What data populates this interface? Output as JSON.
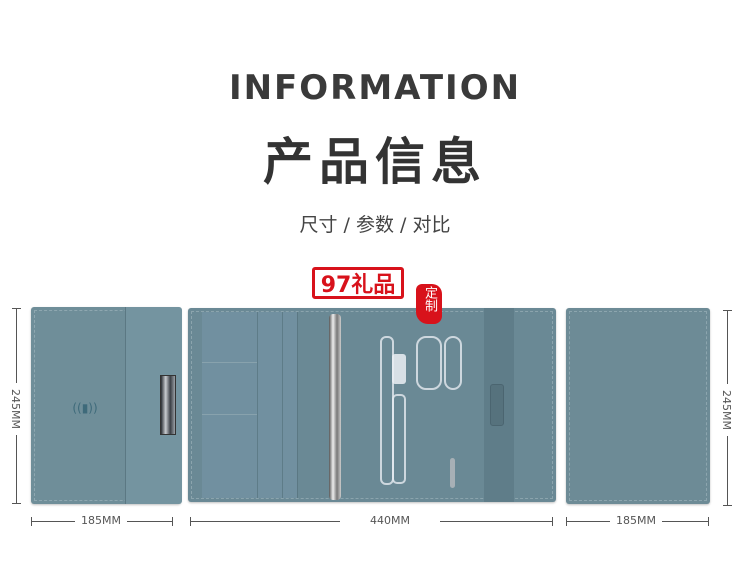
{
  "header": {
    "title_en": "INFORMATION",
    "title_cn": "产品信息",
    "subtitle": "尺寸 / 参数 / 对比"
  },
  "watermark": {
    "logo_text": "97礼品",
    "seal_text": "定制",
    "color": "#d8121b"
  },
  "products": {
    "front_cover": {
      "width_label": "185MM",
      "height_label": "245MM",
      "icon": "wireless-charging-icon"
    },
    "open_spread": {
      "width_label": "440MM"
    },
    "back_cover": {
      "width_label": "185MM",
      "height_label": "245MM"
    }
  },
  "colors": {
    "cover": "#6f8e99",
    "text": "#333333"
  }
}
